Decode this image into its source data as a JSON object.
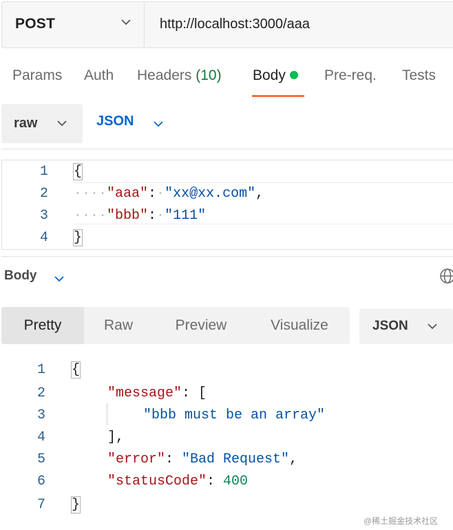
{
  "request": {
    "method": "POST",
    "url": "http://localhost:3000/aaa"
  },
  "request_tabs": {
    "params": "Params",
    "auth": "Auth",
    "headers": "Headers",
    "headers_count": "(10)",
    "body": "Body",
    "prereq": "Pre-req.",
    "tests": "Tests"
  },
  "body_type": {
    "mode": "raw",
    "language": "JSON"
  },
  "request_body": {
    "line_numbers": [
      "1",
      "2",
      "3",
      "4"
    ],
    "open_brace": "{",
    "close_brace": "}",
    "key1": "\"aaa\"",
    "val1": "\"xx@xx.com\"",
    "key2": "\"bbb\"",
    "val2": "\"111\""
  },
  "response": {
    "section_label": "Body",
    "view_tabs": [
      "Pretty",
      "Raw",
      "Preview",
      "Visualize"
    ],
    "format": "JSON",
    "line_numbers": [
      "1",
      "2",
      "3",
      "4",
      "5",
      "6",
      "7"
    ],
    "open_brace": "{",
    "close_brace": "}",
    "message_key": "\"message\"",
    "open_bracket": "[",
    "close_bracket": "],",
    "message_value": "\"bbb must be an array\"",
    "error_key": "\"error\"",
    "error_value": "\"Bad Request\"",
    "status_key": "\"statusCode\"",
    "status_value": "400"
  },
  "watermark": "@稀土掘金技术社区",
  "colors": {
    "accent_tab": "#ff6c37",
    "body_dot": "#0cbb52",
    "link_blue": "#0265d2"
  }
}
